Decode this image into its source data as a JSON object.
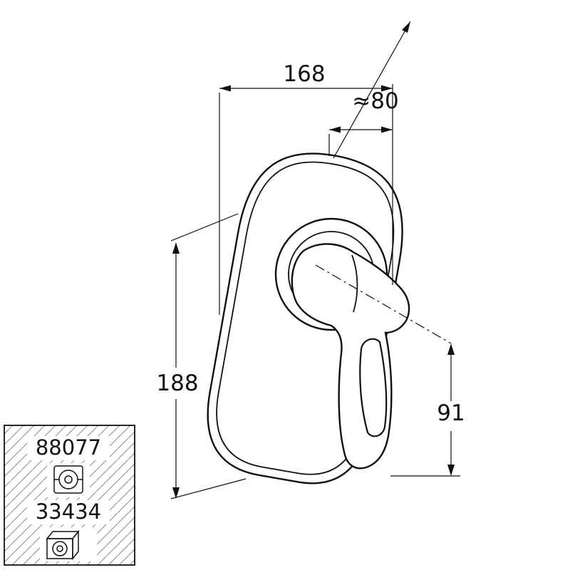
{
  "diagram": {
    "dimensions": {
      "width": "168",
      "flange": "≈80",
      "height": "188",
      "lever_offset": "91"
    },
    "parts": {
      "part1": "88077",
      "part2": "33434"
    },
    "colors": {
      "line": "#111111",
      "hatch": "#999999",
      "background": "#ffffff"
    }
  }
}
